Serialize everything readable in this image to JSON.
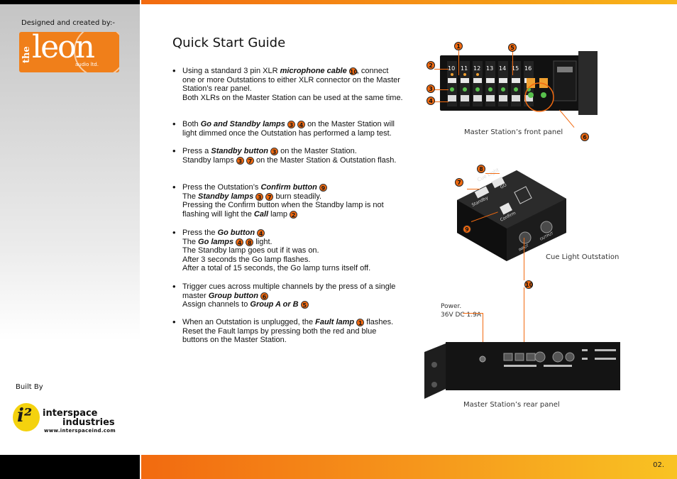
{
  "sidebar": {
    "designed_by": "Designed and created by:-",
    "logo_the": "the",
    "logo_leon": "leon",
    "logo_audio": "audio ltd.",
    "built_by": "Built By",
    "isp_name1": "interspace",
    "isp_name2": "industries",
    "isp_url": "www.interspaceind.com"
  },
  "page": {
    "title": "Quick Start Guide",
    "number": "02."
  },
  "steps": [
    {
      "pre": "Using a standard 3 pin XLR ",
      "em": "microphone cable",
      "nums": [
        "10"
      ],
      "post": ", connect one or more Outstations to either XLR connector on the Master Station’s rear panel.",
      "extra": "Both XLRs on the Master Station can be used at the same time."
    },
    {
      "pre": "Both ",
      "em": "Go and Standby lamps",
      "nums": [
        "3",
        "4"
      ],
      "post": "on the Master Station will light dimmed once the Outstation has performed a lamp test."
    },
    {
      "pre": "Press a ",
      "em": "Standby button",
      "nums": [
        "3"
      ],
      "post": "on the Master Station.",
      "line2_pre": "Standby lamps",
      "line2_nums": [
        "3",
        "7"
      ],
      "line2_post": "on the Master Station & Outstation flash."
    },
    {
      "pre": "Press the Outstation’s ",
      "em": "Confirm button",
      "nums": [
        "9"
      ],
      "line2_pre": "The ",
      "line2_em": "Standby lamps",
      "line2_nums": [
        "3",
        "7"
      ],
      "line2_post": "burn steadily.",
      "extra_pre": "Pressing the Confirm button when the Standby lamp is not flashing will light the ",
      "extra_em": "Call",
      "extra_post": " lamp",
      "extra_nums": [
        "2"
      ]
    },
    {
      "pre": "Press the ",
      "em": "Go button",
      "nums": [
        "4"
      ],
      "line2_pre": "The ",
      "line2_em": "Go lamps",
      "line2_nums": [
        "4",
        "8"
      ],
      "line2_post": "light.",
      "extra": "The Standby lamp goes out if it was on.",
      "extra2": "After 3 seconds the Go lamp flashes.",
      "extra3": "After a total of 15 seconds, the Go lamp turns itself off."
    },
    {
      "pre": "Trigger cues across multiple channels by the press of a single master ",
      "em": "Group button",
      "nums": [
        "6"
      ],
      "line2_pre": "Assign channels to ",
      "line2_em": "Group A or B",
      "line2_nums": [
        "5"
      ]
    },
    {
      "pre": "When an Outstation is unplugged, the ",
      "em": "Fault lamp",
      "nums": [
        "1"
      ],
      "post": "flashes.",
      "extra": "Reset the Fault lamps by pressing both the red and blue buttons on the Master Station."
    }
  ],
  "figures": {
    "front_caption": "Master Station’s front  panel",
    "outstation_caption": "Cue Light Outstation",
    "rear_caption": "Master Station’s rear panel",
    "power_label1": "Power.",
    "power_label2": "36V DC 1.9A",
    "channel_numbers": [
      "10",
      "11",
      "12",
      "13",
      "14",
      "15",
      "16"
    ],
    "outstation_labels": {
      "cue_light": "Cue Light",
      "go": "GO",
      "standby": "Standby",
      "confirm": "Confirm",
      "input": "INPUT",
      "output": "OUTPUT"
    }
  },
  "badges": {
    "b1": "1",
    "b2": "2",
    "b3": "3",
    "b4": "4",
    "b5": "5",
    "b6": "6",
    "b7": "7",
    "b8": "8",
    "b9": "9",
    "b10": "10"
  },
  "colors": {
    "accent": "#f26a10",
    "accent2": "#f9c323",
    "black": "#000000"
  }
}
